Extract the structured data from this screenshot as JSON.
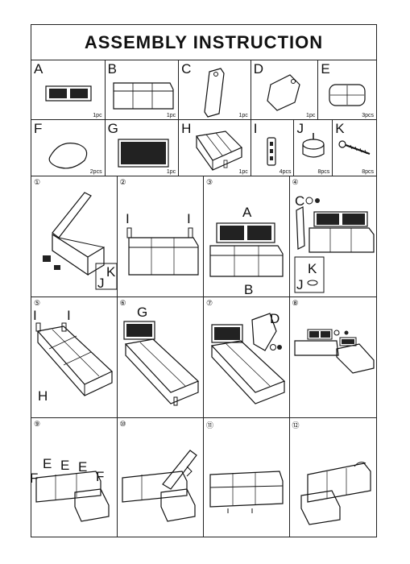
{
  "title": "ASSEMBLY INSTRUCTION",
  "parts": [
    {
      "label": "A",
      "qty": "1pc"
    },
    {
      "label": "B",
      "qty": "1pc"
    },
    {
      "label": "C",
      "qty": "1pc"
    },
    {
      "label": "D",
      "qty": "1pc"
    },
    {
      "label": "E",
      "qty": "3pcs"
    },
    {
      "label": "F",
      "qty": "2pcs"
    },
    {
      "label": "G",
      "qty": "1pc"
    },
    {
      "label": "H",
      "qty": "1pc"
    },
    {
      "label": "I",
      "qty": "4pcs"
    },
    {
      "label": "J",
      "qty": "8pcs"
    },
    {
      "label": "K",
      "qty": "8pcs"
    }
  ],
  "steps": [
    "①",
    "②",
    "③",
    "④",
    "⑤",
    "⑥",
    "⑦",
    "⑧",
    "⑨",
    "⑩",
    "⑪",
    "⑫"
  ],
  "step_tags": {
    "s1": [
      "J",
      "K"
    ],
    "s2": [
      "I",
      "I"
    ],
    "s3": [
      "A",
      "B"
    ],
    "s4": [
      "C",
      "K",
      "J"
    ],
    "s5": [
      "I",
      "I",
      "H"
    ],
    "s6": [
      "G"
    ],
    "s7": [
      "D"
    ],
    "s9": [
      "E",
      "E",
      "E",
      "F",
      "F"
    ]
  }
}
